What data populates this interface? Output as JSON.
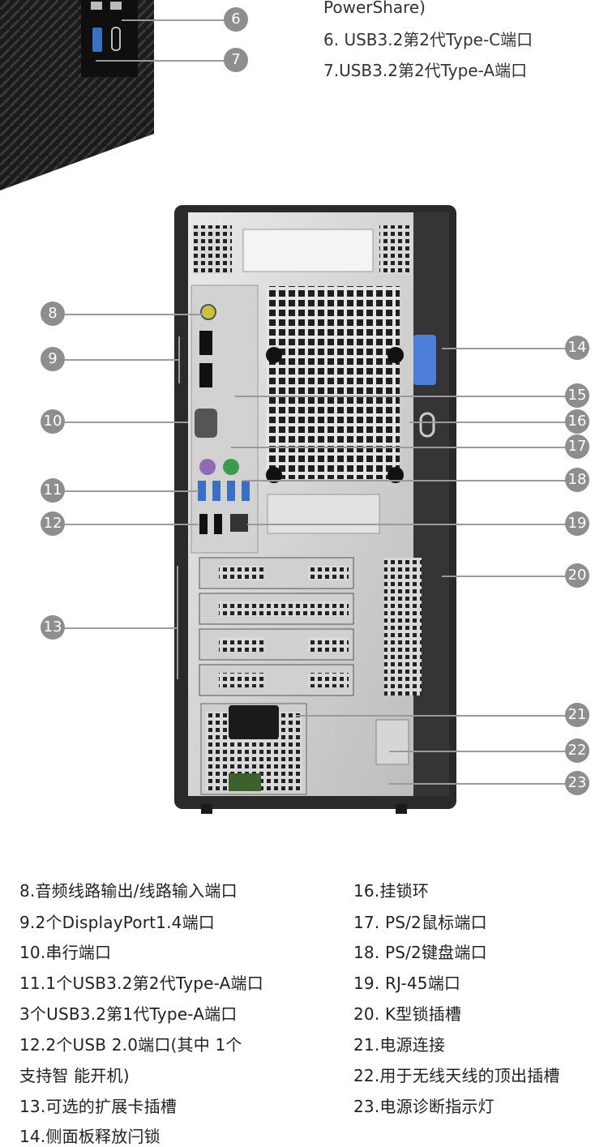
{
  "top_captions": [
    "PowerShare)",
    "6. USB3.2第2代Type-C端口",
    "7.USB3.2第2代Type-A端口"
  ],
  "callouts": [
    "6",
    "7",
    "8",
    "9",
    "10",
    "11",
    "12",
    "13",
    "14",
    "15",
    "16",
    "17",
    "18",
    "19",
    "20",
    "21",
    "22",
    "23"
  ],
  "captions_left": [
    "8.音频线路输出/线路输入端口",
    "9.2个DisplayPort1.4端口",
    "10.串行端口",
    "11.1个USB3.2第2代Type-A端口",
    "3个USB3.2第1代Type-A端口",
    "12.2个USB 2.0端口(其中 1个",
    "支持智 能开机)",
    "13.可选的扩展卡插槽",
    "14.侧面板释放闩锁"
  ],
  "captions_right": [
    "16.挂锁环",
    "17. PS/2鼠标端口",
    "18. PS/2键盘端口",
    "19. RJ-45端口",
    "20. K型锁插槽",
    "21.电源连接",
    "22.用于无线天线的顶出插槽",
    "23.电源诊断指示灯"
  ]
}
